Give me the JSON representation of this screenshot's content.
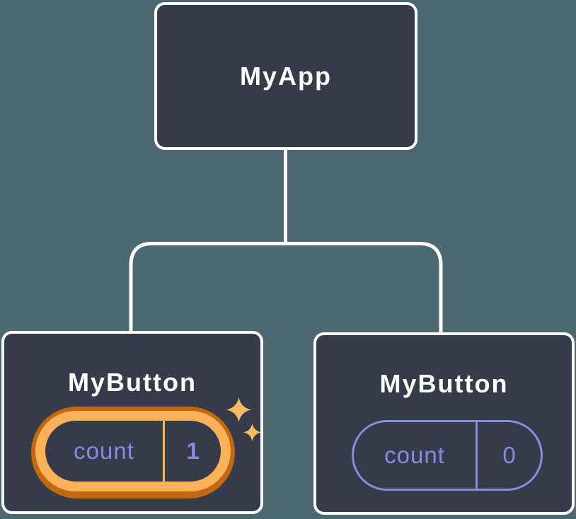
{
  "diagram": {
    "root": {
      "label": "MyApp"
    },
    "children": [
      {
        "label": "MyButton",
        "state": {
          "name": "count",
          "value": "1"
        },
        "highlighted": true
      },
      {
        "label": "MyButton",
        "state": {
          "name": "count",
          "value": "0"
        },
        "highlighted": false
      }
    ]
  },
  "icons": {
    "highlight_badge": "sparkle-icon"
  },
  "colors": {
    "background": "#4C6870",
    "node_fill": "#353B48",
    "node_border": "#FFFFFF",
    "connector": "#FFFFFF",
    "state_accent_purple": "#848CE0",
    "highlight_ring_outer": "#C2690F",
    "highlight_ring_inner": "#FAB25A",
    "highlight_divider": "#F9B35B",
    "sparkle": "#F8BB63",
    "label_text": "#FFFFFF"
  }
}
